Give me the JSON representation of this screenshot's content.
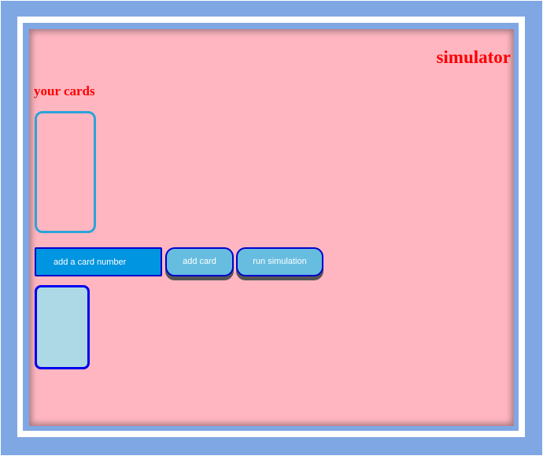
{
  "app": {
    "title": "simulator"
  },
  "cards_section": {
    "heading": "your cards"
  },
  "controls": {
    "card_number_placeholder": "add a card number",
    "add_card_label": "add card",
    "run_simulation_label": "run simulation"
  },
  "colors": {
    "page_background": "#ffb6c1",
    "frame_blue": "#7fa7e3",
    "title_red": "#ff0000",
    "input_blue": "#0095e0",
    "button_blue": "#66bde0",
    "border_blue": "#0000cd",
    "card_fill": "#add8e6"
  }
}
